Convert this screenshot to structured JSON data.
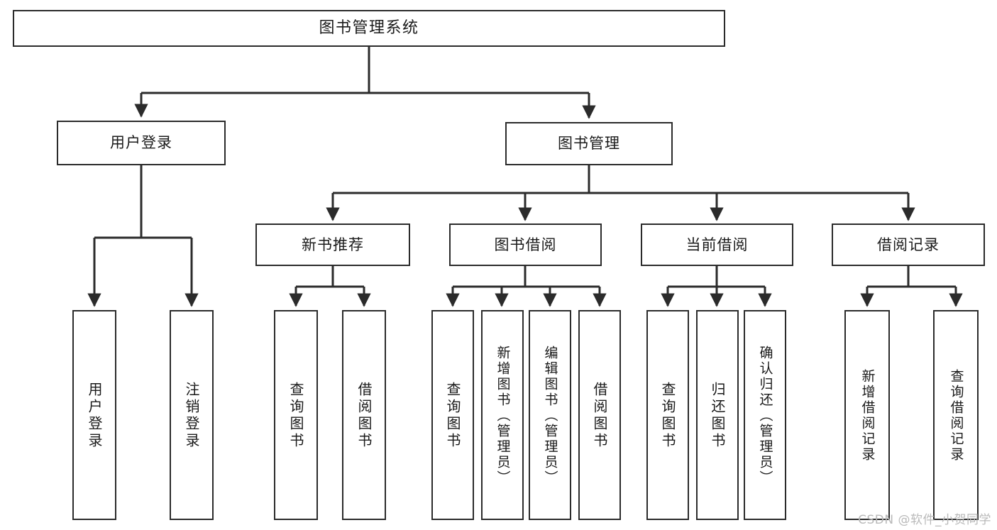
{
  "diagram": {
    "type": "tree-hierarchy-chart",
    "title": "图书管理系统",
    "background_color": "#ffffff",
    "line_color": "#2b2b2b",
    "box_fill": "#ffffff",
    "text_color": "#1a1a1a"
  },
  "root": {
    "label": "图书管理系统"
  },
  "level1": [
    {
      "label": "用户登录"
    },
    {
      "label": "图书管理"
    }
  ],
  "level2": [
    {
      "label": "新书推荐"
    },
    {
      "label": "图书借阅"
    },
    {
      "label": "当前借阅"
    },
    {
      "label": "借阅记录"
    }
  ],
  "leaves": {
    "user_login": [
      {
        "label": "用户登录"
      },
      {
        "label": "注销登录"
      }
    ],
    "new_book": [
      {
        "label": "查询图书"
      },
      {
        "label": "借阅图书"
      }
    ],
    "book_borrow": [
      {
        "label": "查询图书"
      },
      {
        "label": "新增图书（管理员）"
      },
      {
        "label": "编辑图书（管理员）"
      },
      {
        "label": "借阅图书"
      }
    ],
    "current_borrow": [
      {
        "label": "查询图书"
      },
      {
        "label": "归还图书"
      },
      {
        "label": "确认归还（管理员）"
      }
    ],
    "borrow_record": [
      {
        "label": "新增借阅记录"
      },
      {
        "label": "查询借阅记录"
      }
    ]
  },
  "watermark": {
    "text": "CSDN @软件_小贺同学"
  }
}
